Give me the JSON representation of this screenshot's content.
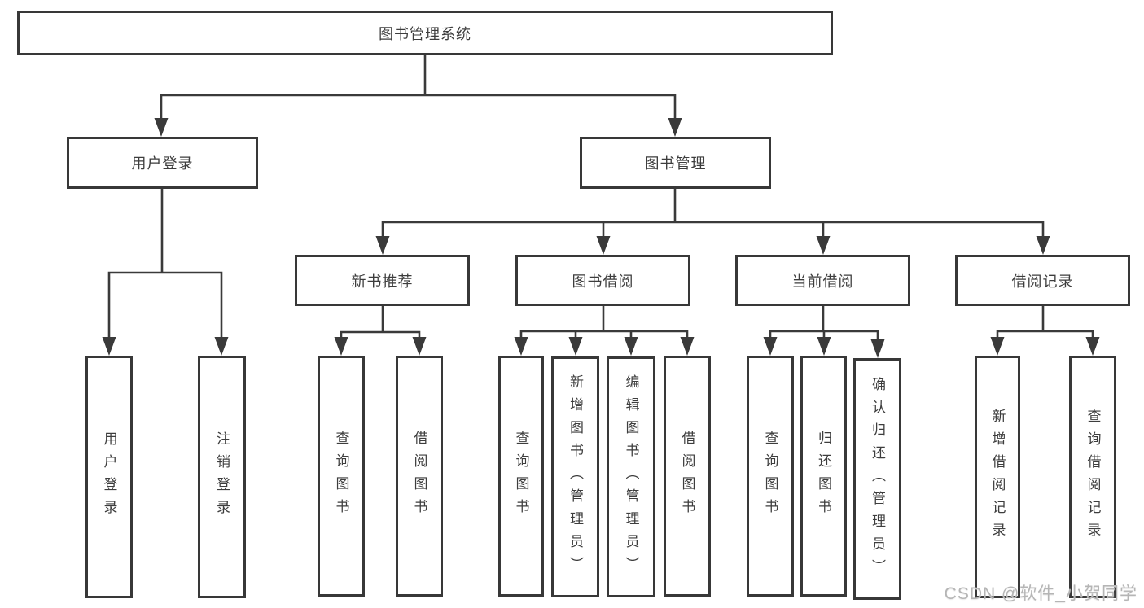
{
  "watermark": "CSDN @软件_小贺同学",
  "colors": {
    "line": "#3a3a3a",
    "box_border": "#383838",
    "text": "#3d3d3d",
    "box_bg": "#ffffff",
    "watermark": "#b5b5b5"
  },
  "tree": {
    "label": "图书管理系统",
    "children": [
      {
        "label": "用户登录",
        "children": [
          {
            "label": "用户登录"
          },
          {
            "label": "注销登录"
          }
        ]
      },
      {
        "label": "图书管理",
        "children": [
          {
            "label": "新书推荐",
            "children": [
              {
                "label": "查询图书"
              },
              {
                "label": "借阅图书"
              }
            ]
          },
          {
            "label": "图书借阅",
            "children": [
              {
                "label": "查询图书"
              },
              {
                "label": "新增图书（管理员）"
              },
              {
                "label": "编辑图书（管理员）"
              },
              {
                "label": "借阅图书"
              }
            ]
          },
          {
            "label": "当前借阅",
            "children": [
              {
                "label": "查询图书"
              },
              {
                "label": "归还图书"
              },
              {
                "label": "确认归还（管理员）"
              }
            ]
          },
          {
            "label": "借阅记录",
            "children": [
              {
                "label": "新增借阅记录"
              },
              {
                "label": "查询借阅记录"
              }
            ]
          }
        ]
      }
    ]
  }
}
